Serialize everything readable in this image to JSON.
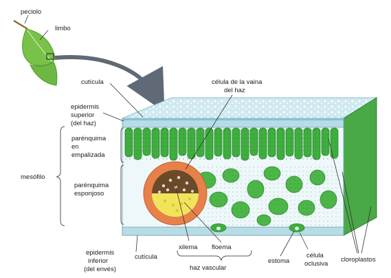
{
  "labels": {
    "peciolo": "peciolo",
    "limbo": "limbo",
    "cuticula_top": "cutícula",
    "epidermis_superior": [
      "epidermis",
      "superior",
      "(del haz)"
    ],
    "parenquima_empalizada": [
      "parénquima",
      "en",
      "empalizada"
    ],
    "mesofilo": "mesófilo",
    "parenquima_esponjoso": [
      "parénquima",
      "esponjoso"
    ],
    "celula_vaina": [
      "célula de la vaina",
      "del haz"
    ],
    "epidermis_inferior": [
      "epidermis",
      "inferior",
      "(del envés)"
    ],
    "cuticula_bottom": "cutícula",
    "xilema": "xilema",
    "floema": "floema",
    "haz_vascular": "haz vascular",
    "estoma": "estoma",
    "celula_oclusiva": [
      "célula",
      "oclusiva"
    ],
    "cloroplastos": "cloroplastos"
  },
  "colors": {
    "cuticle": "#9fd3df",
    "epidermis": "#b8dce6",
    "palisade": "#3fae3f",
    "palisade_dark": "#2b8a2e",
    "spongy_bg": "#eaf6fa",
    "sheath": "#e8804a",
    "xylem": "#6b4a2a",
    "phloem": "#f2e45a",
    "leaf": "#79c24a",
    "arrow": "#5f6a76"
  }
}
